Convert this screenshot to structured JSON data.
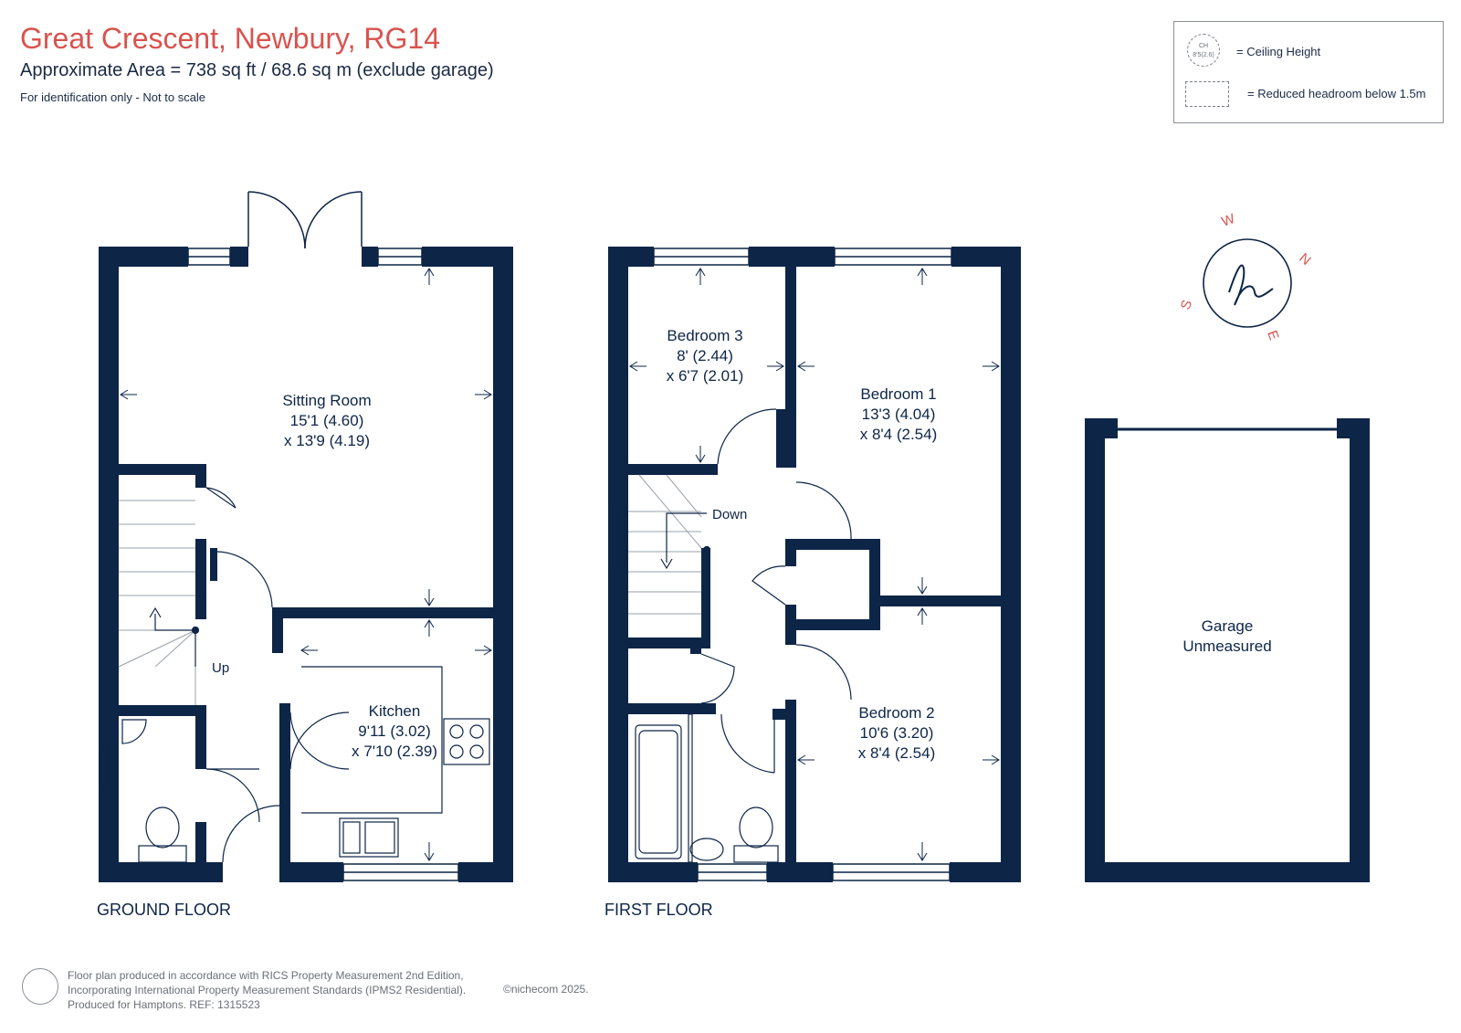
{
  "header": {
    "title": "Great Crescent, Newbury, RG14",
    "subtitle": "Approximate Area = 738  sq ft / 68.6  sq m (exclude garage)",
    "note": "For identification only - Not to scale"
  },
  "legend": {
    "ceiling_icon_text": "CH 8'5(2.6)",
    "ceiling_label": "= Ceiling Height",
    "reduced_label": "= Reduced headroom below 1.5m"
  },
  "compass": {
    "w": "W",
    "n": "N",
    "s": "S",
    "e": "E"
  },
  "rooms": {
    "sitting": {
      "name": "Sitting Room",
      "dim1": "15'1 (4.60)",
      "dim2": "x 13'9 (4.19)"
    },
    "kitchen": {
      "name": "Kitchen",
      "dim1": "9'11 (3.02)",
      "dim2": "x 7'10 (2.39)"
    },
    "bedroom3": {
      "name": "Bedroom 3",
      "dim1": "8' (2.44)",
      "dim2": "x 6'7 (2.01)"
    },
    "bedroom1": {
      "name": "Bedroom 1",
      "dim1": "13'3 (4.04)",
      "dim2": "x 8'4 (2.54)"
    },
    "bedroom2": {
      "name": "Bedroom 2",
      "dim1": "10'6 (3.20)",
      "dim2": "x 8'4 (2.54)"
    },
    "garage": {
      "name": "Garage",
      "dim1": "Unmeasured"
    }
  },
  "stairs": {
    "up": "Up",
    "down": "Down"
  },
  "floors": {
    "ground": "GROUND FLOOR",
    "first": "FIRST FLOOR"
  },
  "footer": {
    "line1": "Floor plan produced in accordance with RICS Property Measurement 2nd Edition,",
    "line2": "Incorporating International Property Measurement Standards (IPMS2 Residential).",
    "line3": "Produced for Hamptons.   REF:  1315523",
    "copyright": "©nichecom 2025."
  },
  "colors": {
    "wall": "#0d2547",
    "title": "#d9534f",
    "compass": "#d9534f"
  }
}
